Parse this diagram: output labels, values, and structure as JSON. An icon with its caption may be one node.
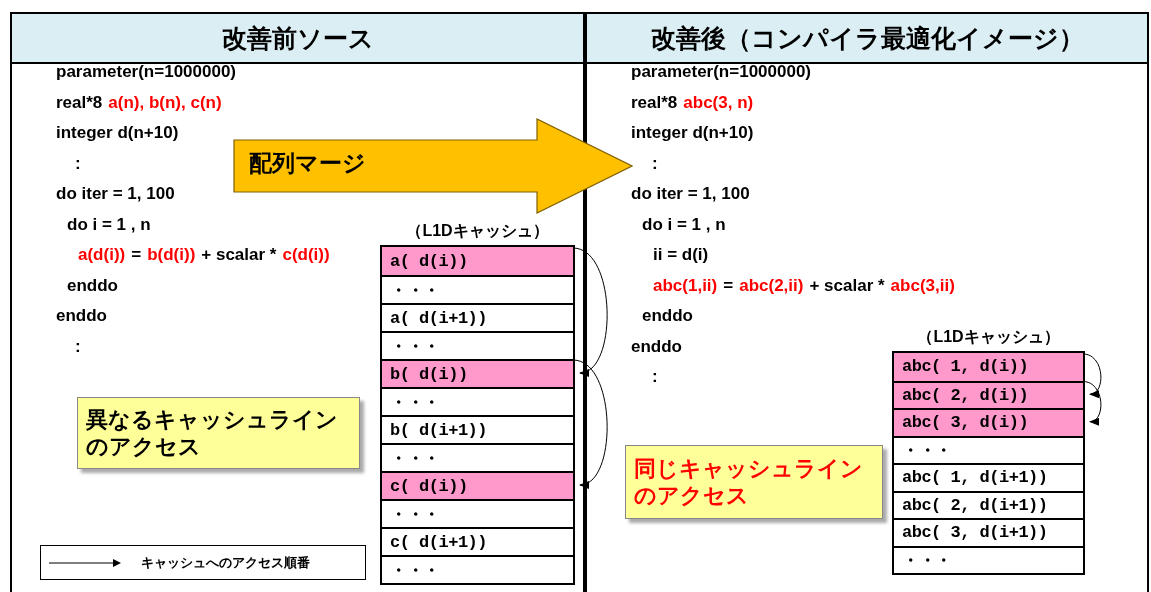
{
  "diagram": {
    "nodes": [
      {
        "text": [
          "改善前ソース"
        ]
      },
      {
        "text": [
          "（L1Dキャッシュ）"
        ],
        "in": 0
      },
      {
        "text": [
          "a( d(i))"
        ],
        "in": 1
      },
      {
        "text": [
          "・・・"
        ],
        "in": 1
      },
      {
        "text": [
          "a( d(i+1))"
        ],
        "in": 1
      },
      {
        "text": [
          "・・・"
        ],
        "in": 1
      },
      {
        "text": [
          "b( d(i))"
        ],
        "in": 1
      },
      {
        "text": [
          "・・・"
        ],
        "in": 1
      },
      {
        "text": [
          "b( d(i+1))"
        ],
        "in": 1
      },
      {
        "text": [
          "・・・"
        ],
        "in": 1
      },
      {
        "text": [
          "c( d(i))"
        ],
        "in": 1
      },
      {
        "text": [
          "・・・"
        ],
        "in": 1
      },
      {
        "text": [
          "c( d(i+1))"
        ],
        "in": 1
      },
      {
        "text": [
          "・・・"
        ],
        "in": 1
      },
      {
        "text": [
          "異なるキャッシュラインのアクセス"
        ],
        "in": 0
      },
      {
        "text": [
          "改善後（コンパイラ最適化イメージ）"
        ]
      },
      {
        "text": [
          "（L1Dキャッシュ）"
        ],
        "in": 15
      },
      {
        "text": [
          "abc( 1, d(i))"
        ],
        "in": 16
      },
      {
        "text": [
          "abc( 2, d(i))"
        ],
        "in": 16
      },
      {
        "text": [
          "abc( 3, d(i))"
        ],
        "in": 16
      },
      {
        "text": [
          "・・・"
        ],
        "in": 16
      },
      {
        "text": [
          "abc( 1, d(i+1))"
        ],
        "in": 16
      },
      {
        "text": [
          "abc( 2, d(i+1))"
        ],
        "in": 16
      },
      {
        "text": [
          "abc( 3, d(i+1))"
        ],
        "in": 16
      },
      {
        "text": [
          "・・・"
        ],
        "in": 16
      },
      {
        "text": [
          "同じキャッシュラインのアクセス"
        ],
        "in": 15
      },
      {
        "text": [
          "配列マージ"
        ]
      }
    ],
    "edges": [
      {
        "from": 2,
        "to": 6,
        "arrow": "to"
      },
      {
        "from": 6,
        "to": 10,
        "arrow": "to"
      },
      {
        "from": 17,
        "to": 18,
        "arrow": "to"
      },
      {
        "from": 18,
        "to": 19,
        "arrow": "to"
      }
    ],
    "labels": [
      "parameter(n=1000000)",
      "real*8",
      "a(n), b(n), c(n)",
      "integer d(n+10)",
      ":",
      "do iter = 1, 100",
      "do i = 1 , n",
      "a(d(i))",
      "=",
      "b(d(i))",
      "+ scalar *",
      "c(d(i))",
      "enddo",
      "enddo",
      ":",
      "parameter(n=1000000)",
      "real*8",
      "abc(3, n)",
      "integer d(n+10)",
      ":",
      "do iter = 1, 100",
      "do i = 1 , n",
      "ii = d(i)",
      "abc(1,ii)",
      "=",
      "abc(2,ii)",
      "+ scalar *",
      "abc(3,ii)",
      "enddo",
      "enddo",
      ":"
    ],
    "legend": [
      {
        "text": "キャッシュへのアクセス順番"
      }
    ]
  }
}
